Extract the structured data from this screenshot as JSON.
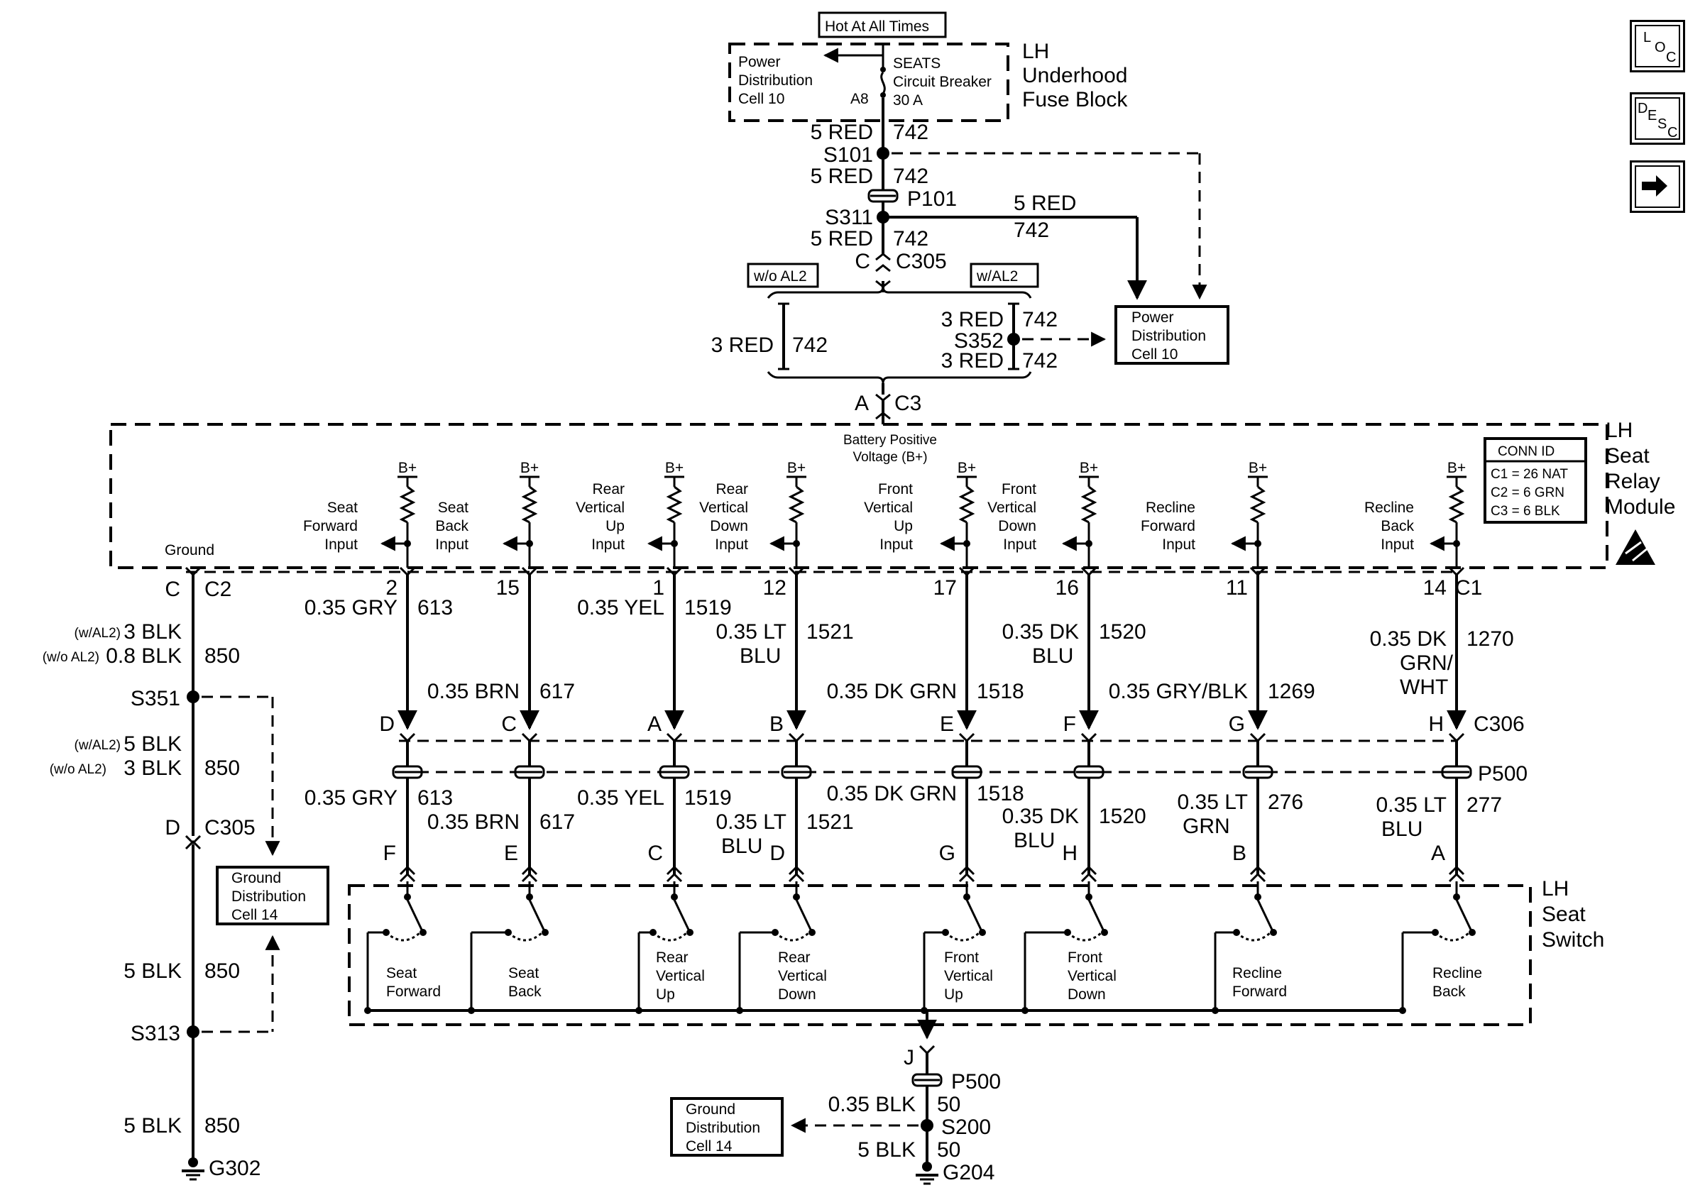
{
  "nav": {
    "loc": {
      "l1": "L",
      "l2": "O",
      "l3": "C"
    },
    "desc": {
      "l1": "D",
      "l2": "E",
      "l3": "S",
      "l4": "C"
    }
  },
  "top": {
    "hot": "Hot At All Times",
    "pdc_l1": "Power",
    "pdc_l2": "Distribution",
    "pdc_l3": "Cell 10",
    "seats_l1": "SEATS",
    "seats_l2": "Circuit Breaker",
    "seats_l3": "30 A",
    "a8": "A8",
    "fuse_l1": "LH",
    "fuse_l2": "Underhood",
    "fuse_l3": "Fuse Block"
  },
  "feed": {
    "w1": "5 RED",
    "c1": "742",
    "s101": "S101",
    "w2": "5 RED",
    "c2": "742",
    "p101": "P101",
    "s311": "S311",
    "w3": "5 RED",
    "c3": "742",
    "rw": "5 RED",
    "rc": "742",
    "c_pin": "C",
    "c305": "C305",
    "woal2": "w/o AL2",
    "wal2": "w/AL2",
    "lw": "3 RED",
    "lc": "742",
    "rw1": "3 RED",
    "rc1": "742",
    "s352": "S352",
    "rw2": "3 RED",
    "rc2": "742",
    "pdc_l1": "Power",
    "pdc_l2": "Distribution",
    "pdc_l3": "Cell 10",
    "a_pin": "A",
    "c3conn": "C3"
  },
  "module": {
    "bpv_l1": "Battery Positive",
    "bpv_l2": "Voltage (B+)",
    "title_l1": "LH",
    "title_l2": "Seat",
    "title_l3": "Relay",
    "title_l4": "Module",
    "conn_title": "CONN ID",
    "conn1": "C1 = 26 NAT",
    "conn2": "C2 = 6  GRN",
    "conn3": "C3 = 6  BLK",
    "ground": "Ground",
    "bplus": "B+",
    "inputs": [
      {
        "l1": "Seat",
        "l2": "Forward",
        "l3": "Input"
      },
      {
        "l1": "Seat",
        "l2": "Back",
        "l3": "Input"
      },
      {
        "l1": "Rear",
        "l2": "Vertical",
        "l3": "Up",
        "l4": "Input"
      },
      {
        "l1": "Rear",
        "l2": "Vertical",
        "l3": "Down",
        "l4": "Input"
      },
      {
        "l1": "Front",
        "l2": "Vertical",
        "l3": "Up",
        "l4": "Input"
      },
      {
        "l1": "Front",
        "l2": "Vertical",
        "l3": "Down",
        "l4": "Input"
      },
      {
        "l1": "Recline",
        "l2": "Forward",
        "l3": "Input"
      },
      {
        "l1": "Recline",
        "l2": "Back",
        "l3": "Input"
      }
    ]
  },
  "circuits": {
    "c1_pins": [
      "2",
      "15",
      "1",
      "12",
      "17",
      "16",
      "11",
      "14"
    ],
    "c1": "C1",
    "upper": [
      {
        "w": "0.35 GRY",
        "c": "613"
      },
      {
        "w": "0.35 BRN",
        "c": "617"
      },
      {
        "w": "0.35 YEL",
        "c": "1519"
      },
      {
        "w1": "0.35 LT",
        "w2": "BLU",
        "c": "1521"
      },
      {
        "w": "0.35 DK GRN",
        "c": "1518"
      },
      {
        "w1": "0.35 DK",
        "w2": "BLU",
        "c": "1520"
      },
      {
        "w": "0.35 GRY/BLK",
        "c": "1269"
      },
      {
        "w1": "0.35 DK",
        "w2": "GRN/",
        "w3": "WHT",
        "c": "1270"
      }
    ],
    "c306_pins": [
      "D",
      "C",
      "A",
      "B",
      "E",
      "F",
      "G",
      "H"
    ],
    "c306": "C306",
    "p500": "P500",
    "lower": [
      {
        "w": "0.35 GRY",
        "c": "613"
      },
      {
        "w": "0.35 BRN",
        "c": "617"
      },
      {
        "w": "0.35 YEL",
        "c": "1519"
      },
      {
        "w1": "0.35 LT",
        "w2": "BLU",
        "c": "1521"
      },
      {
        "w": "0.35 DK GRN",
        "c": "1518"
      },
      {
        "w1": "0.35 DK",
        "w2": "BLU",
        "c": "1520"
      },
      {
        "w1": "0.35 LT",
        "w2": "GRN",
        "c": "276"
      },
      {
        "w1": "0.35 LT",
        "w2": "BLU",
        "c": "277"
      }
    ],
    "switch_pins": [
      "F",
      "E",
      "C",
      "D",
      "G",
      "H",
      "B",
      "A"
    ]
  },
  "seat_switch": {
    "title_l1": "LH",
    "title_l2": "Seat",
    "title_l3": "Switch",
    "labels": [
      {
        "l1": "Seat",
        "l2": "Forward"
      },
      {
        "l1": "Seat",
        "l2": "Back"
      },
      {
        "l1": "Rear",
        "l2": "Vertical",
        "l3": "Up"
      },
      {
        "l1": "Rear",
        "l2": "Vertical",
        "l3": "Down"
      },
      {
        "l1": "Front",
        "l2": "Vertical",
        "l3": "Up"
      },
      {
        "l1": "Front",
        "l2": "Vertical",
        "l3": "Down"
      },
      {
        "l1": "Recline",
        "l2": "Forward"
      },
      {
        "l1": "Recline",
        "l2": "Back"
      }
    ]
  },
  "ground_left": {
    "c_pin": "C",
    "c2": "C2",
    "w1a_tag": "(w/AL2)",
    "w1a": "3 BLK",
    "w1b_tag": "(w/o AL2)",
    "w1b": "0.8 BLK",
    "c1": "850",
    "s351": "S351",
    "w2a_tag": "(w/AL2)",
    "w2a": "5 BLK",
    "w2b_tag": "(w/o AL2)",
    "w2b": "3 BLK",
    "c2c": "850",
    "d_pin": "D",
    "c305": "C305",
    "gdc_l1": "Ground",
    "gdc_l2": "Distribution",
    "gdc_l3": "Cell 14",
    "w3": "5 BLK",
    "c3": "850",
    "s313": "S313",
    "w4": "5 BLK",
    "c4": "850",
    "g302": "G302"
  },
  "ground_bottom": {
    "j": "J",
    "p500": "P500",
    "w1": "0.35 BLK",
    "c1": "50",
    "s200": "S200",
    "w2": "5 BLK",
    "c2": "50",
    "g204": "G204",
    "gdc_l1": "Ground",
    "gdc_l2": "Distribution",
    "gdc_l3": "Cell 14"
  }
}
